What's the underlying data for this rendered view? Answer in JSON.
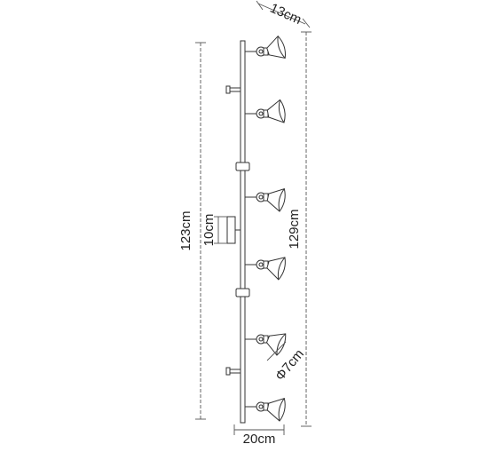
{
  "dimensions": {
    "lamp_shade_length": "13cm",
    "fixture_length": "123cm",
    "total_length": "129cm",
    "canopy_height": "10cm",
    "base_width": "20cm",
    "shade_diameter": "Φ7cm"
  },
  "colors": {
    "line": "#333333",
    "dim": "#555555",
    "background": "#ffffff"
  }
}
